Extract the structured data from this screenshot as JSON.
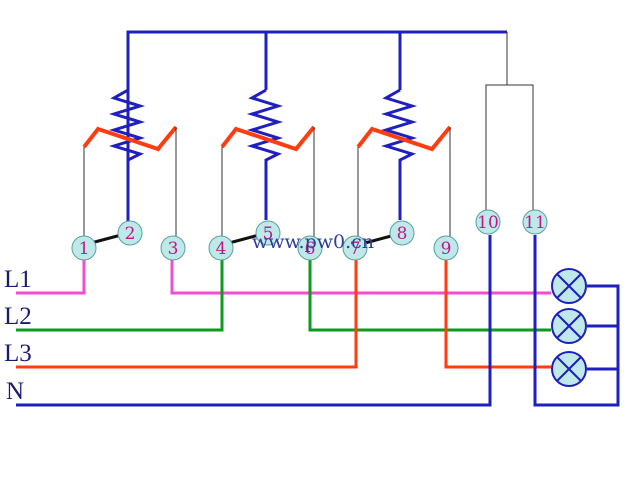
{
  "colors": {
    "blue": "#1f1fbf",
    "red": "#ff3d10",
    "magenta": "#f04dd2",
    "green": "#0e9a1f",
    "thin": "#333333",
    "terminal_fill": "#bfe8e8",
    "terminal_text": "#c0168b",
    "label_text": "#1a1a6e"
  },
  "terminals": [
    "1",
    "2",
    "3",
    "4",
    "5",
    "6",
    "7",
    "8",
    "9",
    "10",
    "11"
  ],
  "line_labels": {
    "l1": "L1",
    "l2": "L2",
    "l3": "L3",
    "n": "N"
  },
  "watermark": "www.pw0.cn"
}
